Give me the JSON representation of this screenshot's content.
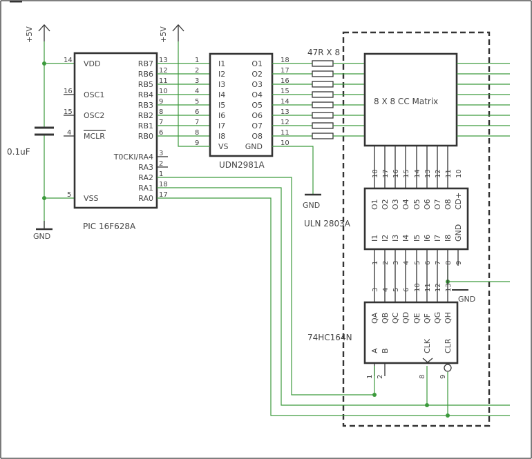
{
  "power": {
    "vcc": "+5V",
    "gnd": "GND"
  },
  "capacitor": {
    "label": "0.1uF"
  },
  "pic": {
    "name": "PIC 16F628A",
    "left_pins": [
      {
        "num": "14",
        "name": "VDD"
      },
      {
        "num": "16",
        "name": "OSC1"
      },
      {
        "num": "15",
        "name": "OSC2"
      },
      {
        "num": "4",
        "name": "MCLR"
      },
      {
        "num": "5",
        "name": "VSS"
      }
    ],
    "right_pins": [
      {
        "num": "13",
        "name": "RB7"
      },
      {
        "num": "12",
        "name": "RB6"
      },
      {
        "num": "11",
        "name": "RB5"
      },
      {
        "num": "10",
        "name": "RB4"
      },
      {
        "num": "9",
        "name": "RB3"
      },
      {
        "num": "8",
        "name": "RB2"
      },
      {
        "num": "7",
        "name": "RB1"
      },
      {
        "num": "6",
        "name": "RB0"
      },
      {
        "num": "3",
        "name": "T0CKI/RA4"
      },
      {
        "num": "2",
        "name": "RA3"
      },
      {
        "num": "1",
        "name": "RA2"
      },
      {
        "num": "18",
        "name": "RA1"
      },
      {
        "num": "17",
        "name": "RA0"
      }
    ]
  },
  "udn": {
    "name": "UDN2981A",
    "in_pins": [
      {
        "num": "1",
        "name": "I1"
      },
      {
        "num": "2",
        "name": "I2"
      },
      {
        "num": "3",
        "name": "I3"
      },
      {
        "num": "4",
        "name": "I4"
      },
      {
        "num": "5",
        "name": "I5"
      },
      {
        "num": "6",
        "name": "I6"
      },
      {
        "num": "7",
        "name": "I7"
      },
      {
        "num": "8",
        "name": "I8"
      },
      {
        "num": "9",
        "name": "VS"
      }
    ],
    "out_pins": [
      {
        "num": "18",
        "name": "O1"
      },
      {
        "num": "17",
        "name": "O2"
      },
      {
        "num": "16",
        "name": "O3"
      },
      {
        "num": "15",
        "name": "O4"
      },
      {
        "num": "14",
        "name": "O5"
      },
      {
        "num": "13",
        "name": "O6"
      },
      {
        "num": "12",
        "name": "O7"
      },
      {
        "num": "11",
        "name": "O8"
      },
      {
        "num": "10",
        "name": "GND"
      }
    ]
  },
  "resistors": {
    "label": "47R X 8"
  },
  "matrix": {
    "name": "8 X 8 CC Matrix",
    "bottom_pins": [
      "18",
      "17",
      "16",
      "15",
      "14",
      "13",
      "12",
      "11",
      "10"
    ]
  },
  "uln": {
    "name": "ULN 2803A",
    "top_nums": [
      "18",
      "17",
      "16",
      "15",
      "14",
      "13",
      "12",
      "11",
      "10"
    ],
    "top_names": [
      "O1",
      "O2",
      "O3",
      "O4",
      "O5",
      "O6",
      "O7",
      "O8",
      "CD+"
    ],
    "bot_names": [
      "I1",
      "I2",
      "I3",
      "I4",
      "I5",
      "I6",
      "I7",
      "I8",
      "GND"
    ],
    "bot_nums": [
      "1",
      "2",
      "3",
      "4",
      "5",
      "6",
      "7",
      "8",
      "9"
    ]
  },
  "sr": {
    "name": "74HC164N",
    "top_nums": [
      "3",
      "4",
      "5",
      "6",
      "10",
      "11",
      "12",
      "13"
    ],
    "top_names": [
      "QA",
      "QB",
      "QC",
      "QD",
      "QE",
      "QF",
      "QG",
      "QH"
    ],
    "bot_names": [
      "A",
      "B",
      "CLK",
      "CLR"
    ],
    "bot_nums": [
      "1",
      "2",
      "8",
      "9"
    ]
  }
}
